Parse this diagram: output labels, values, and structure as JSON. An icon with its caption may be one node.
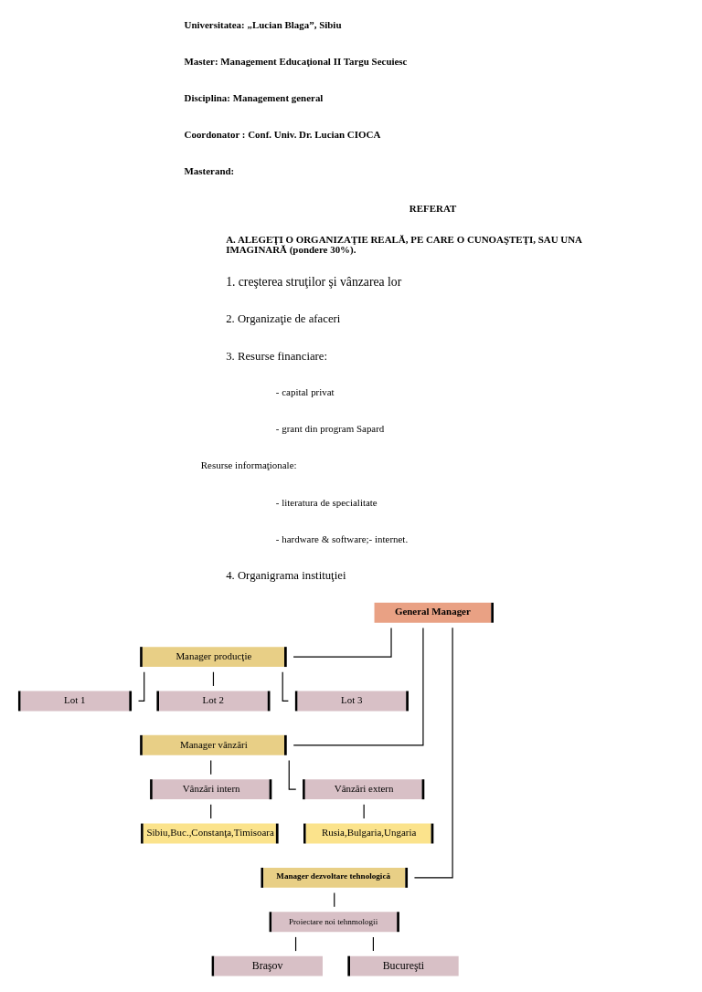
{
  "diagram": {
    "nodes": [
      {
        "text": [
          "General Manager"
        ]
      },
      {
        "text": [
          "Manager producţie"
        ]
      },
      {
        "text": [
          "Lot 1"
        ]
      },
      {
        "text": [
          "Lot 2"
        ]
      },
      {
        "text": [
          "Lot 3"
        ]
      },
      {
        "text": [
          "Manager vânzări"
        ]
      },
      {
        "text": [
          "Vânzări intern"
        ]
      },
      {
        "text": [
          "Vânzări extern"
        ]
      },
      {
        "text": [
          "Sibiu,Buc.,Constanţa,Timisoara"
        ]
      },
      {
        "text": [
          "Rusia,Bulgaria,Ungaria"
        ]
      },
      {
        "text": [
          "Manager dezvoltare tehnologică"
        ]
      },
      {
        "text": [
          "Proiectare noi tehnmologii"
        ]
      },
      {
        "text": [
          "Braşov"
        ]
      },
      {
        "text": [
          "Bucureşti"
        ]
      }
    ],
    "edges": [
      {
        "from": 0,
        "to": 1,
        "arrow": "none"
      },
      {
        "from": 1,
        "to": 2,
        "arrow": "none"
      },
      {
        "from": 1,
        "to": 3,
        "arrow": "none"
      },
      {
        "from": 1,
        "to": 4,
        "arrow": "none"
      },
      {
        "from": 0,
        "to": 5,
        "arrow": "none"
      },
      {
        "from": 5,
        "to": 6,
        "arrow": "none"
      },
      {
        "from": 5,
        "to": 7,
        "arrow": "none"
      },
      {
        "from": 6,
        "to": 8,
        "arrow": "none"
      },
      {
        "from": 7,
        "to": 9,
        "arrow": "none"
      },
      {
        "from": 0,
        "to": 10,
        "arrow": "none"
      },
      {
        "from": 10,
        "to": 11,
        "arrow": "none"
      },
      {
        "from": 11,
        "to": 12,
        "arrow": "none"
      },
      {
        "from": 11,
        "to": 13,
        "arrow": "none"
      }
    ],
    "labels": [
      "Universitatea: „Lucian Blaga”, Sibiu",
      "Master: Management Educaţional II Targu Secuiesc",
      "Disciplina: Management general",
      "Coordonator : Conf. Univ. Dr. Lucian CIOCA",
      "Masterand:",
      "REFERAT",
      "A. ALEGEŢI O ORGANIZAŢIE REALĂ, PE CARE O CUNOAŞTEŢI, SAU UNA IMAGINARĂ (pondere 30%).",
      "1. creşterea struţilor şi vânzarea lor",
      "2. Organizaţie de afaceri",
      "3. Resurse financiare:",
      "- capital privat",
      "- grant din program Sapard",
      "Resurse informaţionale:",
      "- literatura de specialitate",
      "- hardware & software;- internet.",
      "4. Organigrama instituţiei"
    ]
  }
}
